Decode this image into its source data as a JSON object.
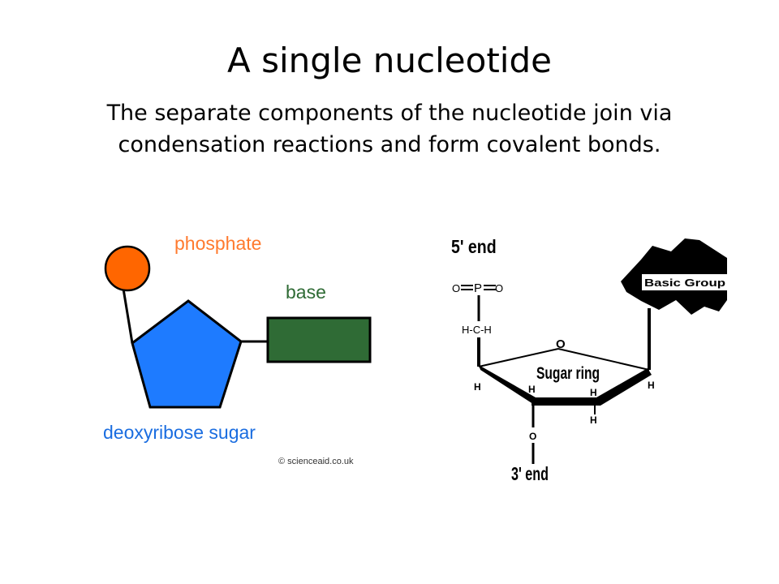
{
  "slide": {
    "title": "A single nucleotide",
    "subtitle": "The separate components of the nucleotide join via condensation reactions and form covalent bonds."
  },
  "left_diagram": {
    "phosphate_label": "phosphate",
    "base_label": "base",
    "sugar_label": "deoxyribose sugar",
    "credit": "© scienceaid.co.uk",
    "colors": {
      "phosphate": "#ff6600",
      "phosphate_text": "#ff7a2e",
      "sugar": "#1e7bff",
      "sugar_text": "#1a6de0",
      "base": "#2f6b35",
      "base_text": "#2f6b35"
    }
  },
  "right_diagram": {
    "five_prime_label": "5' end",
    "three_prime_label": "3' end",
    "phosphate_o_left": "O",
    "phosphate_p": "P",
    "phosphate_o_right": "O",
    "ch2_label": "H-C-H",
    "ring_oxygen": "O",
    "sugar_ring_label": "Sugar ring",
    "basic_group_label": "Basic Group",
    "h_labels": [
      "H",
      "H",
      "H",
      "H",
      "H"
    ],
    "bottom_oxygen": "O"
  }
}
